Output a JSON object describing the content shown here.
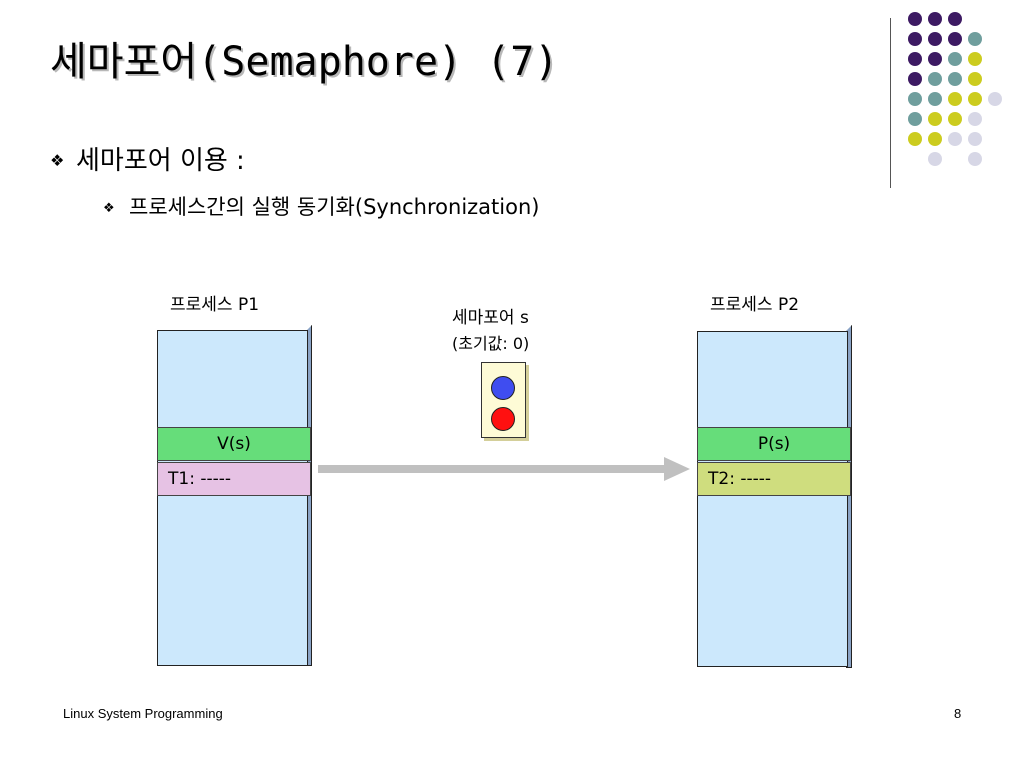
{
  "title": "세마포어(Semaphore) (7)",
  "bullet1": {
    "icon": "diamond-bullet-icon",
    "text": "세마포어 이용 :"
  },
  "bullet2": {
    "icon": "diamond-bullet-icon",
    "text": "프로세스간의 실행 동기화(Synchronization)"
  },
  "diagram": {
    "process1": {
      "label": "프로세스 P1",
      "op": "V(s)",
      "task": "T1: -----"
    },
    "process2": {
      "label": "프로세스 P2",
      "op": "P(s)",
      "task": "T2: -----"
    },
    "semaphore": {
      "label": "세마포어 s",
      "initial": "(초기값: 0)"
    }
  },
  "footer": {
    "left": "Linux System Programming",
    "page": "8"
  },
  "colors": {
    "purple": "#3d1a63",
    "teal": "#6f9e9d",
    "yellow": "#cccc1f",
    "lavender": "#d7d7e6",
    "process_bg": "#cce8fc",
    "op_band": "#66dd7a",
    "task1_band": "#e6c2e4",
    "task2_band": "#cfdd7e",
    "arrow": "#c0c0c0",
    "blue_light": "#3f4df0",
    "red_light": "#ff1010"
  }
}
